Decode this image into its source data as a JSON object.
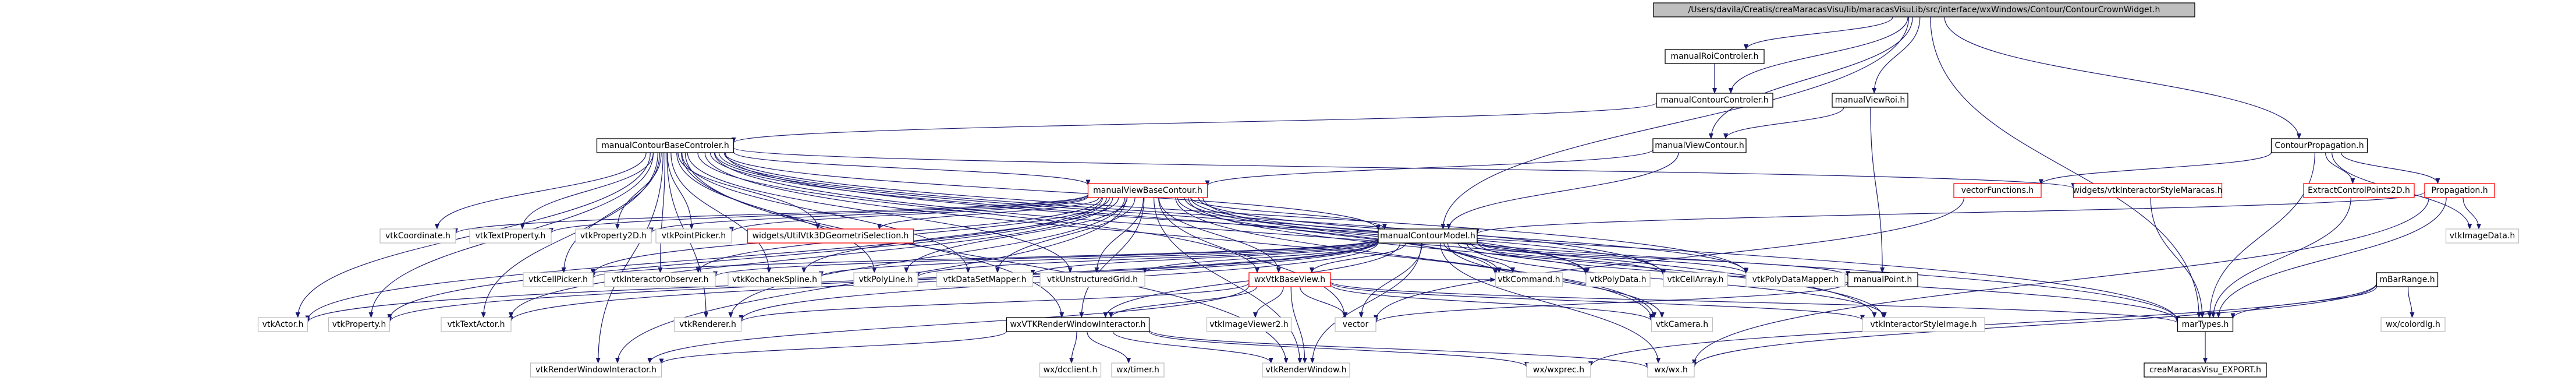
{
  "style": {
    "edge_color": "#191970",
    "root_fill": "#bfbfbf",
    "node_border": "#000000",
    "missing_border": "#bfbfbf",
    "error_border": "#ff0000"
  },
  "nodes": [
    {
      "id": "root",
      "label": "/Users/davila/Creatis/creaMaracasVisu/lib/maracasVisuLib/src/interface/wxWindows/Contour/ContourCrownWidget.h",
      "kind": "root"
    },
    {
      "id": "roiControler",
      "label": "manualRoiControler.h",
      "kind": "normal"
    },
    {
      "id": "contourControler",
      "label": "manualContourControler.h",
      "kind": "normal"
    },
    {
      "id": "viewRoi",
      "label": "manualViewRoi.h",
      "kind": "normal"
    },
    {
      "id": "contourPropagation",
      "label": "ContourPropagation.h",
      "kind": "normal"
    },
    {
      "id": "baseControler",
      "label": "manualContourBaseControler.h",
      "kind": "normal"
    },
    {
      "id": "viewContour",
      "label": "manualViewContour.h",
      "kind": "normal"
    },
    {
      "id": "viewBaseContour",
      "label": "manualViewBaseContour.h",
      "kind": "error"
    },
    {
      "id": "vectorFunctions",
      "label": "vectorFunctions.h",
      "kind": "error"
    },
    {
      "id": "widgetsInteractor",
      "label": "widgets/vtkInteractorStyleMaracas.h",
      "kind": "error"
    },
    {
      "id": "extractCP",
      "label": "ExtractControlPoints2D.h",
      "kind": "error"
    },
    {
      "id": "propagation",
      "label": "Propagation.h",
      "kind": "error"
    },
    {
      "id": "contourModel",
      "label": "manualContourModel.h",
      "kind": "normal"
    },
    {
      "id": "vtkCoordinate",
      "label": "vtkCoordinate.h",
      "kind": "missing"
    },
    {
      "id": "vtkTextProperty",
      "label": "vtkTextProperty.h",
      "kind": "missing"
    },
    {
      "id": "vtkProperty2D",
      "label": "vtkProperty2D.h",
      "kind": "missing"
    },
    {
      "id": "vtkPointPicker",
      "label": "vtkPointPicker.h",
      "kind": "missing"
    },
    {
      "id": "widgetsUtil",
      "label": "widgets/UtilVtk3DGeometriSelection.h",
      "kind": "error"
    },
    {
      "id": "vtkImageData",
      "label": "vtkImageData.h",
      "kind": "missing"
    },
    {
      "id": "vtkCellPicker",
      "label": "vtkCellPicker.h",
      "kind": "missing"
    },
    {
      "id": "vtkInteractorObserver",
      "label": "vtkInteractorObserver.h",
      "kind": "missing"
    },
    {
      "id": "vtkKochanek",
      "label": "vtkKochanekSpline.h",
      "kind": "missing"
    },
    {
      "id": "vtkPolyLine",
      "label": "vtkPolyLine.h",
      "kind": "missing"
    },
    {
      "id": "vtkDataSetMapper",
      "label": "vtkDataSetMapper.h",
      "kind": "missing"
    },
    {
      "id": "vtkUnstructuredGrid",
      "label": "vtkUnstructuredGrid.h",
      "kind": "missing"
    },
    {
      "id": "vtkCommand",
      "label": "vtkCommand.h",
      "kind": "missing"
    },
    {
      "id": "vtkPolyData",
      "label": "vtkPolyData.h",
      "kind": "missing"
    },
    {
      "id": "vtkCellArray",
      "label": "vtkCellArray.h",
      "kind": "missing"
    },
    {
      "id": "vtkPolyDataMapper",
      "label": "vtkPolyDataMapper.h",
      "kind": "missing"
    },
    {
      "id": "manualPoint",
      "label": "manualPoint.h",
      "kind": "normal"
    },
    {
      "id": "wxVtkBaseView",
      "label": "wxVtkBaseView.h",
      "kind": "error"
    },
    {
      "id": "mBarRange",
      "label": "mBarRange.h",
      "kind": "normal"
    },
    {
      "id": "vtkActor",
      "label": "vtkActor.h",
      "kind": "missing"
    },
    {
      "id": "vtkProperty",
      "label": "vtkProperty.h",
      "kind": "missing"
    },
    {
      "id": "vtkTextActor",
      "label": "vtkTextActor.h",
      "kind": "missing"
    },
    {
      "id": "vtkRenderer",
      "label": "vtkRenderer.h",
      "kind": "missing"
    },
    {
      "id": "wxVTKRWI",
      "label": "wxVTKRenderWindowInteractor.h",
      "kind": "normal"
    },
    {
      "id": "vtkImageViewer2",
      "label": "vtkImageViewer2.h",
      "kind": "missing"
    },
    {
      "id": "vector",
      "label": "vector",
      "kind": "missing"
    },
    {
      "id": "vtkCamera",
      "label": "vtkCamera.h",
      "kind": "missing"
    },
    {
      "id": "vtkInteractorStyleImage",
      "label": "vtkInteractorStyleImage.h",
      "kind": "missing"
    },
    {
      "id": "marTypes",
      "label": "marTypes.h",
      "kind": "normal"
    },
    {
      "id": "wxColordlg",
      "label": "wx/colordlg.h",
      "kind": "missing"
    },
    {
      "id": "vtkRWI",
      "label": "vtkRenderWindowInteractor.h",
      "kind": "missing"
    },
    {
      "id": "vtkRenderWindow",
      "label": "vtkRenderWindow.h",
      "kind": "missing"
    },
    {
      "id": "wxDcclient",
      "label": "wx/dcclient.h",
      "kind": "missing"
    },
    {
      "id": "wxTimer",
      "label": "wx/timer.h",
      "kind": "missing"
    },
    {
      "id": "wxWxprec",
      "label": "wx/wxprec.h",
      "kind": "missing"
    },
    {
      "id": "wxWx",
      "label": "wx/wx.h",
      "kind": "missing"
    },
    {
      "id": "creaExport",
      "label": "creaMaracasVisu_EXPORT.h",
      "kind": "normal"
    }
  ],
  "edges": [
    [
      "root",
      "roiControler"
    ],
    [
      "root",
      "contourControler"
    ],
    [
      "root",
      "viewRoi"
    ],
    [
      "root",
      "viewContour"
    ],
    [
      "root",
      "contourPropagation"
    ],
    [
      "root",
      "contourModel"
    ],
    [
      "root",
      "marTypes"
    ],
    [
      "roiControler",
      "contourControler"
    ],
    [
      "contourControler",
      "baseControler"
    ],
    [
      "viewRoi",
      "viewContour"
    ],
    [
      "viewRoi",
      "manualPoint"
    ],
    [
      "contourPropagation",
      "vectorFunctions"
    ],
    [
      "contourPropagation",
      "extractCP"
    ],
    [
      "contourPropagation",
      "propagation"
    ],
    [
      "contourPropagation",
      "marTypes"
    ],
    [
      "contourPropagation",
      "vtkImageData"
    ],
    [
      "baseControler",
      "viewBaseContour"
    ],
    [
      "baseControler",
      "contourModel"
    ],
    [
      "baseControler",
      "vtkCoordinate"
    ],
    [
      "baseControler",
      "vtkTextProperty"
    ],
    [
      "baseControler",
      "vtkProperty2D"
    ],
    [
      "baseControler",
      "vtkPointPicker"
    ],
    [
      "baseControler",
      "widgetsUtil"
    ],
    [
      "baseControler",
      "widgetsInteractor"
    ],
    [
      "baseControler",
      "vtkCellPicker"
    ],
    [
      "baseControler",
      "vtkInteractorObserver"
    ],
    [
      "baseControler",
      "vtkKochanek"
    ],
    [
      "baseControler",
      "vtkPolyLine"
    ],
    [
      "baseControler",
      "vtkDataSetMapper"
    ],
    [
      "baseControler",
      "vtkUnstructuredGrid"
    ],
    [
      "baseControler",
      "vtkCommand"
    ],
    [
      "baseControler",
      "vtkPolyData"
    ],
    [
      "baseControler",
      "vtkCellArray"
    ],
    [
      "baseControler",
      "vtkPolyDataMapper"
    ],
    [
      "baseControler",
      "wxVtkBaseView"
    ],
    [
      "baseControler",
      "vtkActor"
    ],
    [
      "baseControler",
      "vtkProperty"
    ],
    [
      "baseControler",
      "vtkTextActor"
    ],
    [
      "baseControler",
      "vtkRenderer"
    ],
    [
      "baseControler",
      "wxVTKRWI"
    ],
    [
      "baseControler",
      "vtkRWI"
    ],
    [
      "baseControler",
      "vtkRenderWindow"
    ],
    [
      "baseControler",
      "vtkCamera"
    ],
    [
      "baseControler",
      "vtkInteractorStyleImage"
    ],
    [
      "baseControler",
      "marTypes"
    ],
    [
      "viewContour",
      "viewBaseContour"
    ],
    [
      "viewContour",
      "contourModel"
    ],
    [
      "viewBaseContour",
      "contourModel"
    ],
    [
      "viewBaseContour",
      "vtkCoordinate"
    ],
    [
      "viewBaseContour",
      "vtkTextProperty"
    ],
    [
      "viewBaseContour",
      "vtkProperty2D"
    ],
    [
      "viewBaseContour",
      "vtkPointPicker"
    ],
    [
      "viewBaseContour",
      "widgetsUtil"
    ],
    [
      "viewBaseContour",
      "vtkCellPicker"
    ],
    [
      "viewBaseContour",
      "vtkInteractorObserver"
    ],
    [
      "viewBaseContour",
      "vtkKochanek"
    ],
    [
      "viewBaseContour",
      "vtkPolyLine"
    ],
    [
      "viewBaseContour",
      "vtkDataSetMapper"
    ],
    [
      "viewBaseContour",
      "vtkUnstructuredGrid"
    ],
    [
      "viewBaseContour",
      "vtkCommand"
    ],
    [
      "viewBaseContour",
      "vtkPolyData"
    ],
    [
      "viewBaseContour",
      "vtkCellArray"
    ],
    [
      "viewBaseContour",
      "vtkPolyDataMapper"
    ],
    [
      "viewBaseContour",
      "wxVtkBaseView"
    ],
    [
      "viewBaseContour",
      "vtkActor"
    ],
    [
      "viewBaseContour",
      "vtkProperty"
    ],
    [
      "viewBaseContour",
      "vtkTextActor"
    ],
    [
      "viewBaseContour",
      "vtkRenderer"
    ],
    [
      "viewBaseContour",
      "wxVTKRWI"
    ],
    [
      "viewBaseContour",
      "vector"
    ],
    [
      "viewBaseContour",
      "vtkCamera"
    ],
    [
      "viewBaseContour",
      "vtkInteractorStyleImage"
    ],
    [
      "viewBaseContour",
      "marTypes"
    ],
    [
      "viewBaseContour",
      "vtkRWI"
    ],
    [
      "viewBaseContour",
      "vtkRenderWindow"
    ],
    [
      "vectorFunctions",
      "vector"
    ],
    [
      "widgetsInteractor",
      "marTypes"
    ],
    [
      "extractCP",
      "marTypes"
    ],
    [
      "propagation",
      "contourModel"
    ],
    [
      "propagation",
      "marTypes"
    ],
    [
      "propagation",
      "vtkImageData"
    ],
    [
      "propagation",
      "wxWx"
    ],
    [
      "contourModel",
      "manualPoint"
    ],
    [
      "contourModel",
      "vtkCellPicker"
    ],
    [
      "contourModel",
      "vtkInteractorObserver"
    ],
    [
      "contourModel",
      "vtkKochanek"
    ],
    [
      "contourModel",
      "vtkPolyLine"
    ],
    [
      "contourModel",
      "vtkDataSetMapper"
    ],
    [
      "contourModel",
      "vtkUnstructuredGrid"
    ],
    [
      "contourModel",
      "vtkCommand"
    ],
    [
      "contourModel",
      "vtkPolyData"
    ],
    [
      "contourModel",
      "vtkCellArray"
    ],
    [
      "contourModel",
      "vtkPolyDataMapper"
    ],
    [
      "contourModel",
      "wxVtkBaseView"
    ],
    [
      "contourModel",
      "vtkActor"
    ],
    [
      "contourModel",
      "vtkProperty"
    ],
    [
      "contourModel",
      "vtkTextActor"
    ],
    [
      "contourModel",
      "vtkRenderer"
    ],
    [
      "contourModel",
      "wxVTKRWI"
    ],
    [
      "contourModel",
      "vector"
    ],
    [
      "contourModel",
      "vtkCamera"
    ],
    [
      "contourModel",
      "vtkInteractorStyleImage"
    ],
    [
      "contourModel",
      "marTypes"
    ],
    [
      "contourModel",
      "vtkRenderWindow"
    ],
    [
      "contourModel",
      "wxWx"
    ],
    [
      "manualPoint",
      "vector"
    ],
    [
      "wxVtkBaseView",
      "vtkImageViewer2"
    ],
    [
      "wxVtkBaseView",
      "wxVTKRWI"
    ],
    [
      "wxVtkBaseView",
      "vtkRenderer"
    ],
    [
      "wxVtkBaseView",
      "vtkRenderWindow"
    ],
    [
      "wxVtkBaseView",
      "vtkCamera"
    ],
    [
      "wxVtkBaseView",
      "vtkInteractorStyleImage"
    ],
    [
      "wxVtkBaseView",
      "marTypes"
    ],
    [
      "wxVtkBaseView",
      "vector"
    ],
    [
      "wxVtkBaseView",
      "vtkRWI"
    ],
    [
      "wxVtkBaseView",
      "vtkCommand"
    ],
    [
      "mBarRange",
      "marTypes"
    ],
    [
      "mBarRange",
      "wxColordlg"
    ],
    [
      "mBarRange",
      "wxWxprec"
    ],
    [
      "mBarRange",
      "wxWx"
    ],
    [
      "wxVTKRWI",
      "vtkRWI"
    ],
    [
      "wxVTKRWI",
      "wxDcclient"
    ],
    [
      "wxVTKRWI",
      "wxTimer"
    ],
    [
      "wxVTKRWI",
      "vtkRenderWindow"
    ],
    [
      "wxVTKRWI",
      "wxWxprec"
    ],
    [
      "wxVTKRWI",
      "wxWx"
    ],
    [
      "marTypes",
      "creaExport"
    ]
  ]
}
